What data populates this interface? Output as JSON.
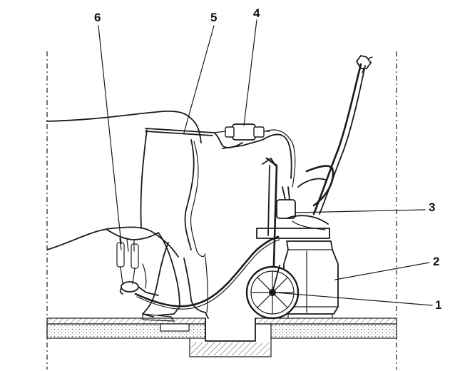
{
  "labels": {
    "l1": "1",
    "l2": "2",
    "l3": "3",
    "l4": "4",
    "l5": "5",
    "l6": "6"
  }
}
